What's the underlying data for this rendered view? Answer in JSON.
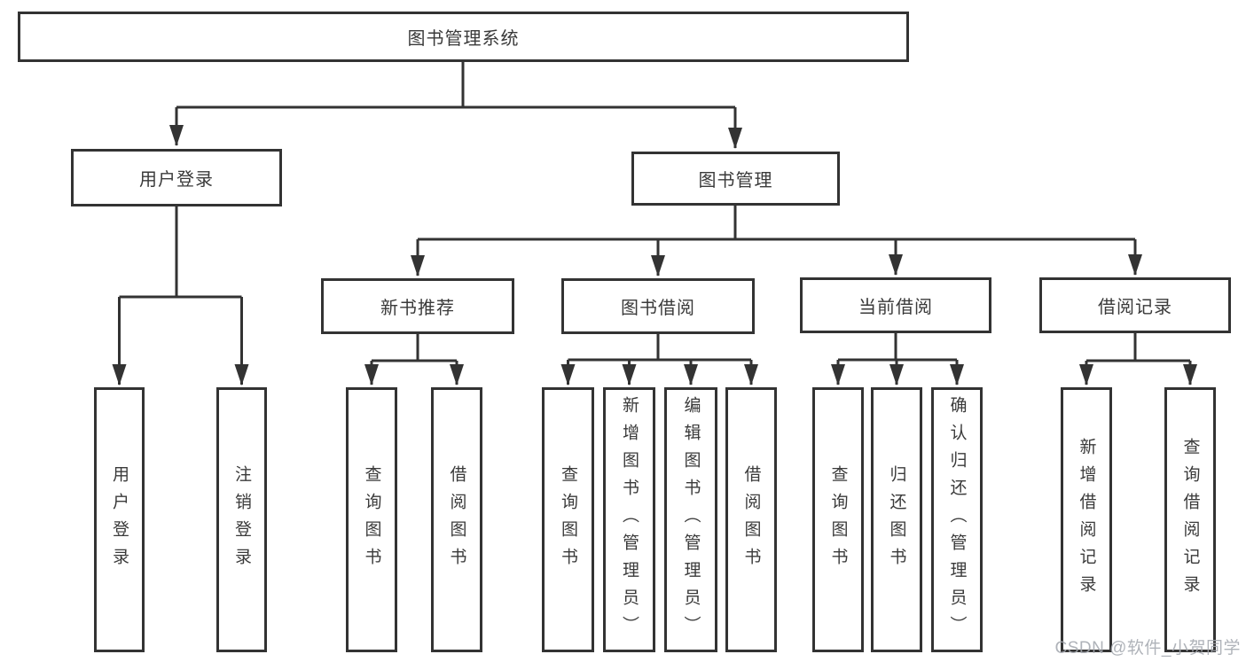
{
  "colors": {
    "line": "#333333",
    "box_fill": "#ffffff",
    "text": "#3a3a3a",
    "watermark": "#a5a9b0",
    "background": "#ffffff"
  },
  "watermark": "CSDN @软件_小贺同学",
  "tree": {
    "root": "图书管理系统",
    "branches": [
      {
        "label": "用户登录",
        "children": [
          "用户登录",
          "注销登录"
        ]
      },
      {
        "label": "图书管理",
        "groups": [
          {
            "label": "新书推荐",
            "children": [
              "查询图书",
              "借阅图书"
            ]
          },
          {
            "label": "图书借阅",
            "children": [
              "查询图书",
              "新增图书（管理员）",
              "编辑图书（管理员）",
              "借阅图书"
            ]
          },
          {
            "label": "当前借阅",
            "children": [
              "查询图书",
              "归还图书",
              "确认归还（管理员）"
            ]
          },
          {
            "label": "借阅记录",
            "children": [
              "新增借阅记录",
              "查询借阅记录"
            ]
          }
        ]
      }
    ]
  }
}
